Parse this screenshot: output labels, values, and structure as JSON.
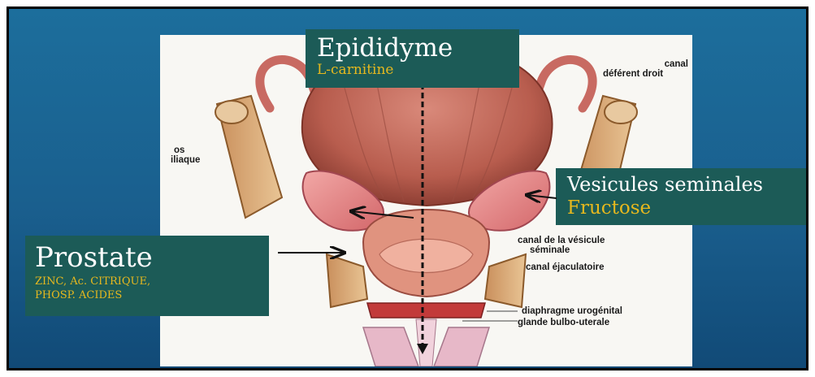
{
  "callouts": {
    "epididyme": {
      "title": "Epididyme",
      "sub": "L-carnitine"
    },
    "vesicules": {
      "title": "Vesicules seminales",
      "sub": "Fructose"
    },
    "prostate": {
      "title": "Prostate",
      "sub_line1": "ZINC, Ac. CITRIQUE,",
      "sub_line2": "PHOSP. ACIDES"
    }
  },
  "figure_labels": {
    "canal_line1": "canal",
    "canal_line2": "déférent droit",
    "os_line1": "os",
    "os_line2": "iliaque",
    "canal_vesicule_line1": "canal de la vésicule",
    "canal_vesicule_line2": "séminale",
    "canal_ejaculatoire": "canal éjaculatoire",
    "diaphragme": "diaphragme urogénital",
    "glande": "glande bulbo-uterale"
  },
  "colors": {
    "slide_background": "#1a5f8e",
    "callout_background": "#1c5b57",
    "callout_subtitle": "#e6b81e",
    "tissue": "#c46a5a"
  }
}
